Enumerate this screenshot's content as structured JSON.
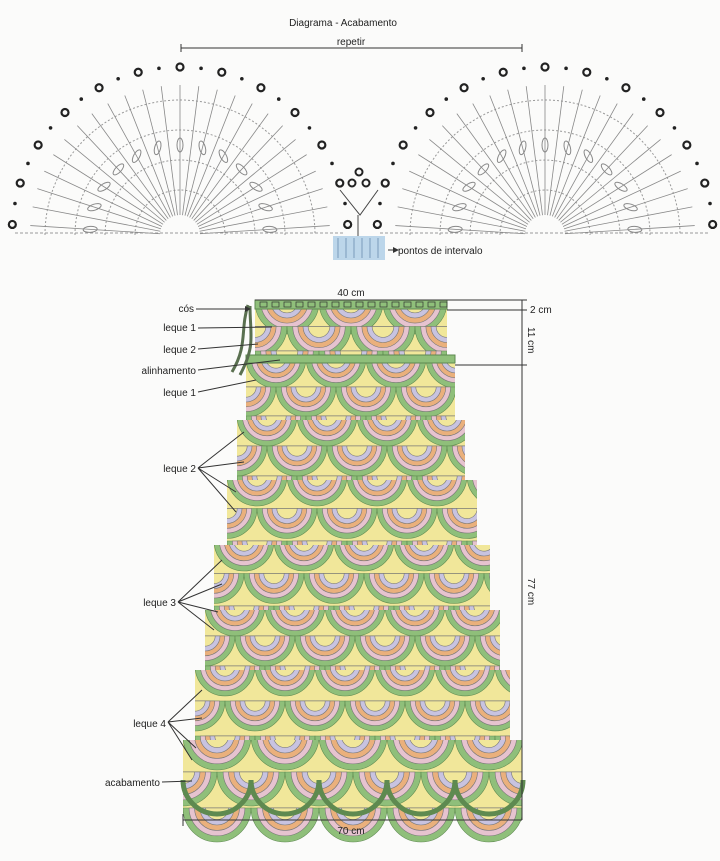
{
  "title": "Diagrama - Acabamento",
  "repeat_label": "repetir",
  "interval_label": "pontos de intervalo",
  "dimensions": {
    "top_width": "40 cm",
    "waistband_height": "2 cm",
    "first_section_height": "11 cm",
    "total_length": "77 cm",
    "bottom_width": "70 cm"
  },
  "labels": {
    "cos": "cós",
    "leque1_top": "leque 1",
    "leque2_top": "leque 2",
    "alinhamento": "alinhamento",
    "leque1": "leque 1",
    "leque2": "leque 2",
    "leque3": "leque 3",
    "leque4": "leque 4",
    "acabamento": "acabamento"
  },
  "colors": {
    "green": "#8fbf7a",
    "pink": "#e6c3cf",
    "orange": "#eab07c",
    "lavender": "#c8c3e0",
    "yellow": "#f1e79a",
    "line": "#555555",
    "interval": "#bcd6ea"
  }
}
